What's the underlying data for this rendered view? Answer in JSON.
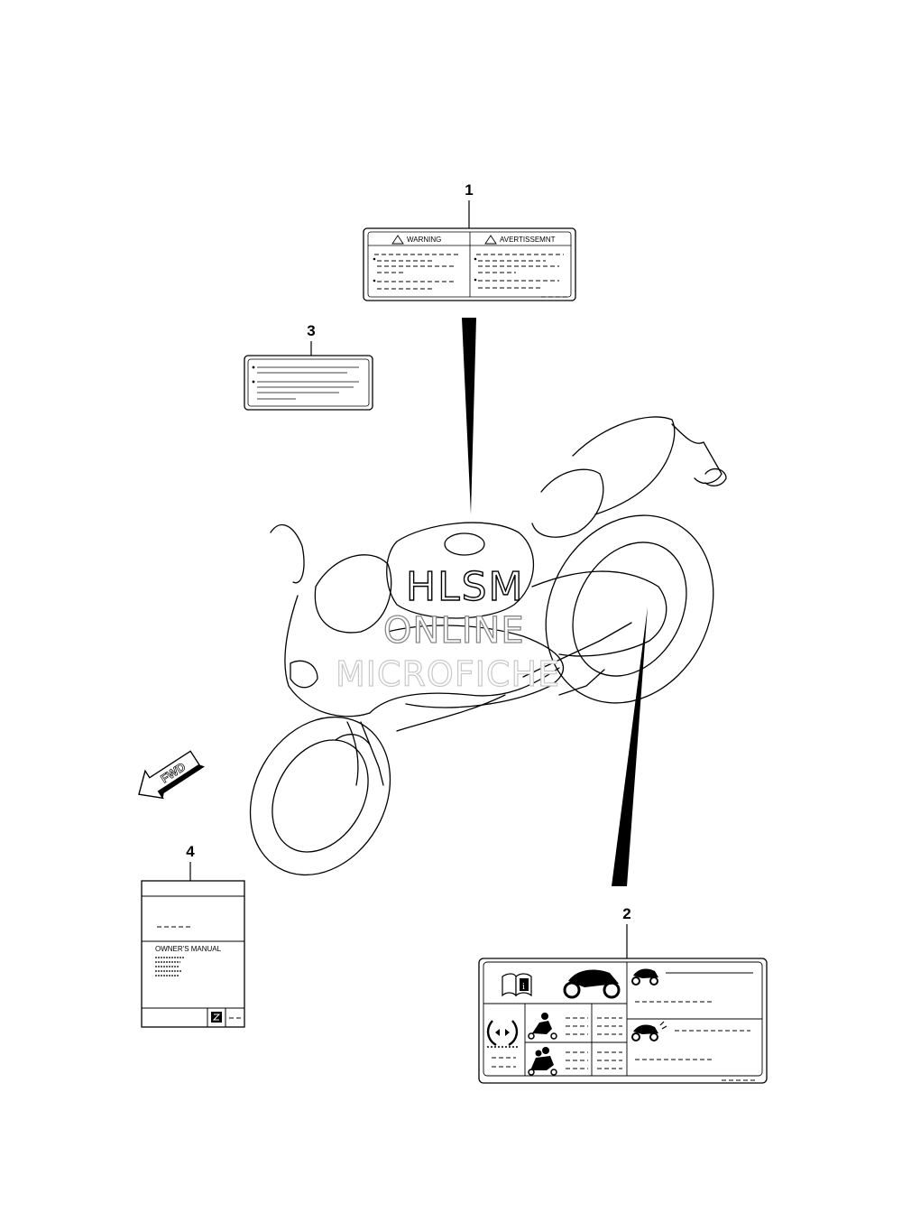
{
  "callouts": {
    "item1": "1",
    "item2": "2",
    "item3": "3",
    "item4": "4"
  },
  "label1": {
    "left_heading": "WARNING",
    "right_heading": "AVERTISSEMNT"
  },
  "label4": {
    "manual_text": "OWNER'S MANUAL"
  },
  "fwd_arrow": {
    "text": "FWD"
  },
  "watermark": {
    "line1": "HLSM",
    "line2": "ONLINE",
    "line3": "MICROFICHE"
  },
  "icons": [
    "motorcycle-outline-icon",
    "warning-triangle-icon",
    "book-info-icon",
    "motorcycle-side-icon",
    "tire-pressure-icon",
    "rider-icon",
    "rider-passenger-icon",
    "small-motorcycle-icon",
    "suzuki-logo-icon"
  ]
}
